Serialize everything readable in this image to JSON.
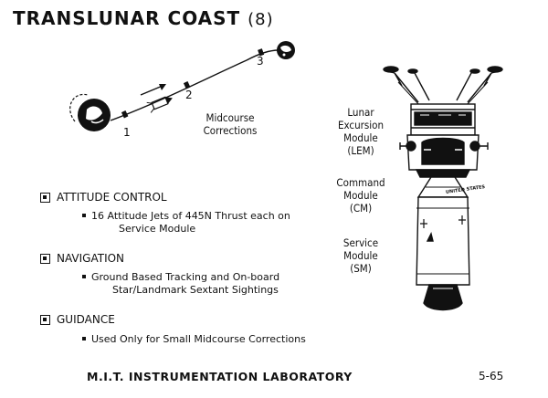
{
  "title": "TRANSLUNAR COAST",
  "title_number": "(8)",
  "trajectory": {
    "markers": [
      "1",
      "2",
      "3"
    ],
    "caption_line1": "Midcourse",
    "caption_line2": "Corrections"
  },
  "spacecraft": {
    "lem_label": [
      "Lunar",
      "Excursion",
      "Module",
      "(LEM)"
    ],
    "cm_label": [
      "Command",
      "Module",
      "(CM)"
    ],
    "sm_label": [
      "Service",
      "Module",
      "(SM)"
    ],
    "hull_marking": "UNITED STATES"
  },
  "sections": [
    {
      "heading": "ATTITUDE CONTROL",
      "bullet_line1": "16 Attitude Jets of 445N Thrust each on",
      "bullet_line2": "Service Module"
    },
    {
      "heading": "NAVIGATION",
      "bullet_line1": "Ground Based Tracking and On-board",
      "bullet_line2": "Star/Landmark Sextant Sightings"
    },
    {
      "heading": "GUIDANCE",
      "bullet_line1": "Used Only for Small Midcourse Corrections",
      "bullet_line2": ""
    }
  ],
  "footer": "M.I.T. INSTRUMENTATION LABORATORY",
  "page_number": "5-65"
}
